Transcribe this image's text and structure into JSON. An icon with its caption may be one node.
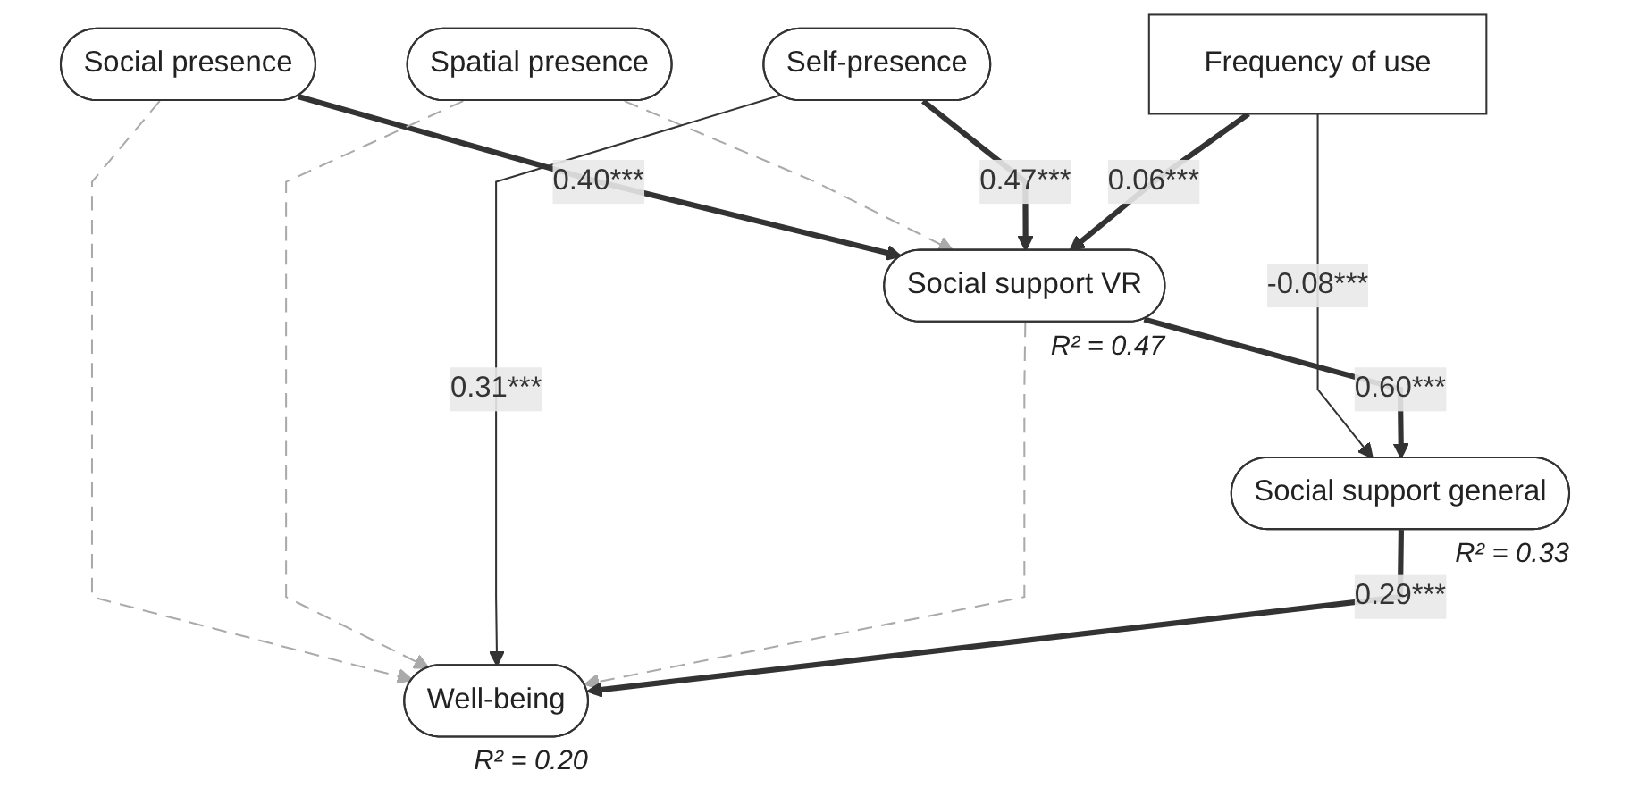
{
  "diagram": {
    "nodes": [
      {
        "text": [
          "Social presence"
        ]
      },
      {
        "text": [
          "Spatial presence"
        ]
      },
      {
        "text": [
          "Self-presence"
        ]
      },
      {
        "text": [
          "Frequency of use"
        ]
      },
      {
        "text": [
          "Social support VR"
        ],
        "beside": [
          "R² = 0.47"
        ]
      },
      {
        "text": [
          "Well-being"
        ],
        "beside": [
          "R² = 0.20"
        ]
      },
      {
        "text": [
          "Social support general"
        ],
        "beside": [
          "R² = 0.33"
        ]
      }
    ],
    "edges": [
      {
        "from": 0,
        "to": 4,
        "arrow": "to",
        "label": "0.40***",
        "style": "thick"
      },
      {
        "from": 1,
        "to": 4,
        "arrow": "to",
        "style": "dashed",
        "color": "#aaaaaa"
      },
      {
        "from": 2,
        "to": 4,
        "arrow": "to",
        "label": "0.47***",
        "style": "thick"
      },
      {
        "from": 0,
        "to": 5,
        "arrow": "to",
        "style": "dashed",
        "color": "#aaaaaa"
      },
      {
        "from": 1,
        "to": 5,
        "arrow": "to",
        "style": "dashed",
        "color": "#aaaaaa"
      },
      {
        "from": 2,
        "to": 5,
        "arrow": "to",
        "label": "0.31***"
      },
      {
        "from": 3,
        "to": 4,
        "arrow": "to",
        "label": "0.06***",
        "style": "thick"
      },
      {
        "from": 3,
        "to": 6,
        "arrow": "to",
        "label": "-0.08***"
      },
      {
        "from": 4,
        "to": 5,
        "arrow": "to",
        "style": "dashed",
        "color": "#aaaaaa"
      },
      {
        "from": 4,
        "to": 6,
        "arrow": "to",
        "label": "0.60***",
        "style": "thick"
      },
      {
        "from": 6,
        "to": 5,
        "arrow": "to",
        "label": "0.29***",
        "style": "thick"
      }
    ]
  }
}
